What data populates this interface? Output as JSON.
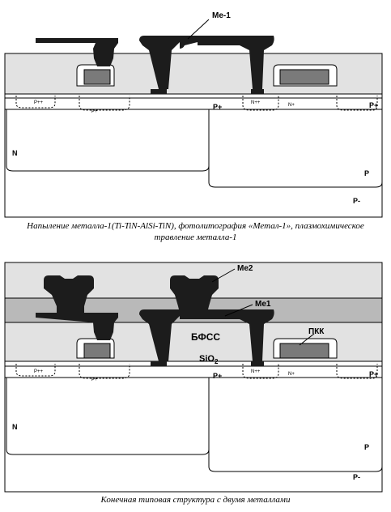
{
  "figure1": {
    "labels": {
      "me1": "Me-1",
      "pplus_left": "P++",
      "p_small": "P+",
      "nplus_mid": "N++",
      "n_small": "N+",
      "pplus_a": "P+",
      "pplus_b": "P+",
      "n_region": "N",
      "p_region": "P",
      "p_minus": "P-"
    },
    "caption_line1": "Напыление металла-1(Ti-TiN-AlSi-TiN), фотолитография «Метал-1», плазмохимическое",
    "caption_line2": "травление металла-1"
  },
  "figure2": {
    "labels": {
      "me2": "Me2",
      "me1": "Me1",
      "bfss": "БФСС",
      "pkk": "ПКК",
      "sio2": "SiO",
      "sio2_sub": "2",
      "pplus_left": "P++",
      "p_small": "P+",
      "nplus_mid": "N++",
      "n_small": "N+",
      "pplus_a": "P+",
      "pplus_b": "P+",
      "n_region": "N",
      "p_region": "P",
      "p_minus": "P-"
    },
    "caption": "Конечная типовая структура с двумя металлами"
  },
  "colors": {
    "metal": "#1c1c1c",
    "oxide": "#e2e2e2",
    "bpsg": "#b9b9b9",
    "poly": "#7a7a7a",
    "outline": "#000000"
  }
}
